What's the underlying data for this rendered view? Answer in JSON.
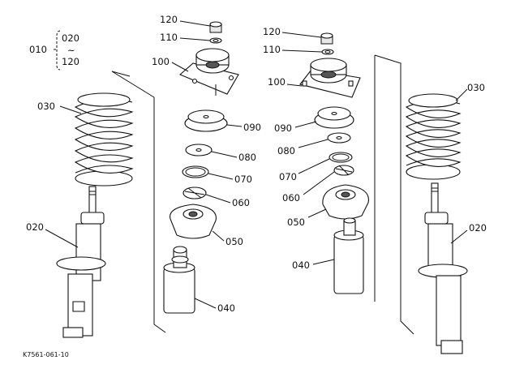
{
  "diagram": {
    "drawing_code": "K7561-061-10",
    "group": {
      "label": "010",
      "range_start": "020",
      "range_sep": "~",
      "range_end": "120"
    },
    "left_labels": {
      "p120": "120",
      "p110": "110",
      "p100": "100",
      "p090": "090",
      "p080": "080",
      "p070": "070",
      "p060": "060",
      "p050": "050",
      "p040": "040",
      "p030": "030",
      "p020": "020"
    },
    "right_labels": {
      "p120": "120",
      "p110": "110",
      "p100": "100",
      "p090": "090",
      "p080": "080",
      "p070": "070",
      "p060": "060",
      "p050": "050",
      "p040": "040",
      "p030": "030",
      "p020": "020"
    }
  }
}
